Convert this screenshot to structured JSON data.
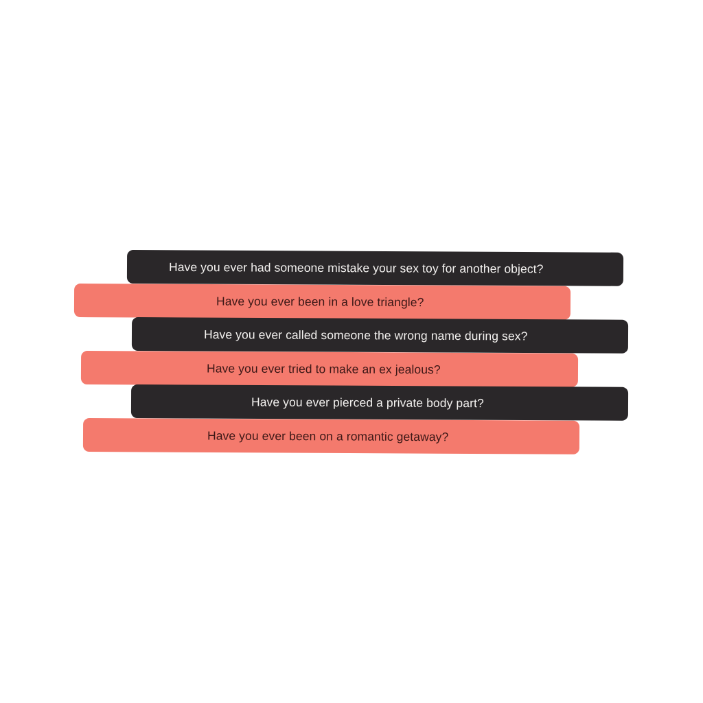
{
  "cards": [
    {
      "text": "Have you ever had someone mistake your sex toy for another object?",
      "color": "#2a2729"
    },
    {
      "text": "Have you ever been in a love triangle?",
      "color": "#f47a6d"
    },
    {
      "text": "Have you ever called someone the wrong name during sex?",
      "color": "#2a2729"
    },
    {
      "text": "Have you ever tried to make an ex jealous?",
      "color": "#f47a6d"
    },
    {
      "text": "Have you ever pierced a private body part?",
      "color": "#2a2729"
    },
    {
      "text": "Have you ever been on a romantic getaway?",
      "color": "#f47a6d"
    }
  ]
}
